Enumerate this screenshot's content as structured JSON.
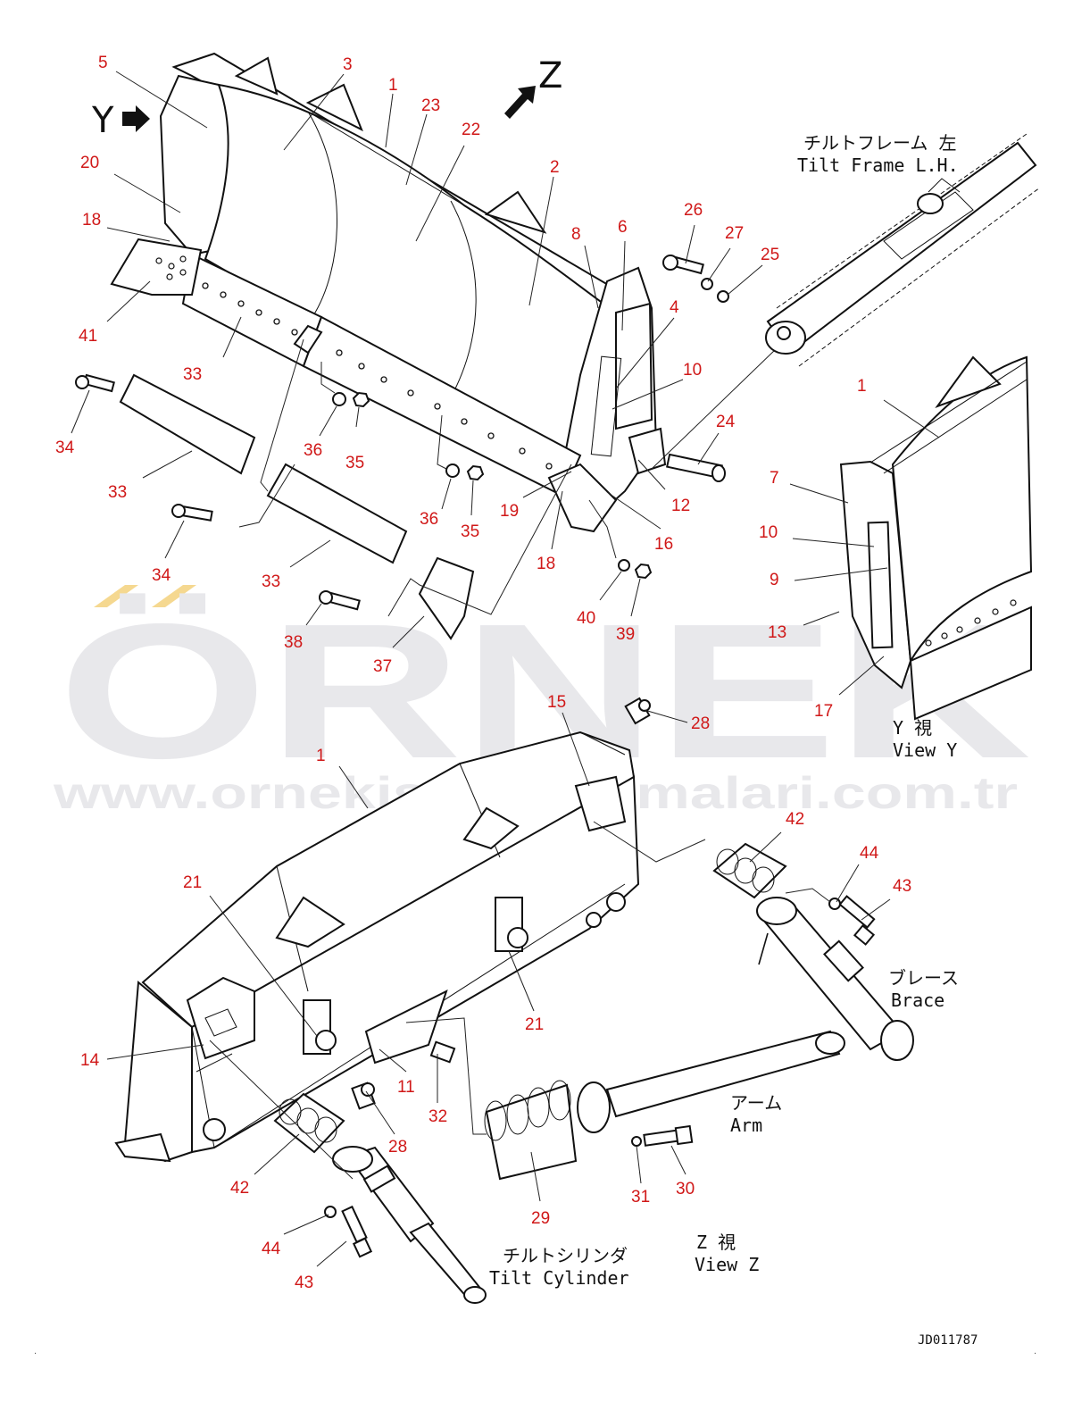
{
  "watermark": {
    "brand": "ÖRNEK",
    "url": "www.ornekismakinamalari.com.tr",
    "brand_color": "#e8e8eb",
    "accent_color": "#f5d890"
  },
  "direction_markers": {
    "y": "Y",
    "z": "Z"
  },
  "labels": {
    "tilt_frame": {
      "jp": "チルトフレーム 左",
      "en": "Tilt Frame L.H."
    },
    "view_y": {
      "jp": "Y 視",
      "en": "View Y"
    },
    "brace": {
      "jp": "ブレース",
      "en": "Brace"
    },
    "arm": {
      "jp": "アーム",
      "en": "Arm"
    },
    "tilt_cylinder": {
      "jp": "チルトシリンダ",
      "en": "Tilt Cylinder"
    },
    "view_z": {
      "jp": "Z 視",
      "en": "View Z"
    }
  },
  "drawing_code": "JD011787",
  "callouts": {
    "c5": "5",
    "c3": "3",
    "c1a": "1",
    "c23": "23",
    "c22": "22",
    "c20": "20",
    "c18a": "18",
    "c41": "41",
    "c2": "2",
    "c26": "26",
    "c27": "27",
    "c25": "25",
    "c8": "8",
    "c6": "6",
    "c4": "4",
    "c10a": "10",
    "c24": "24",
    "c33a": "33",
    "c34a": "34",
    "c36a": "36",
    "c35a": "35",
    "c33b": "33",
    "c36b": "36",
    "c35b": "35",
    "c19": "19",
    "c12": "12",
    "c16": "16",
    "c18b": "18",
    "c34b": "34",
    "c33c": "33",
    "c38": "38",
    "c37": "37",
    "c40": "40",
    "c39": "39",
    "c1b": "1",
    "c7": "7",
    "c10b": "10",
    "c9": "9",
    "c13": "13",
    "c17": "17",
    "c15": "15",
    "c28a": "28",
    "c1c": "1",
    "c42a": "42",
    "c44a": "44",
    "c43a": "43",
    "c21a": "21",
    "c21b": "21",
    "c14": "14",
    "c11": "11",
    "c32": "32",
    "c28b": "28",
    "c42b": "42",
    "c29": "29",
    "c31": "31",
    "c30": "30",
    "c44b": "44",
    "c43b": "43"
  }
}
